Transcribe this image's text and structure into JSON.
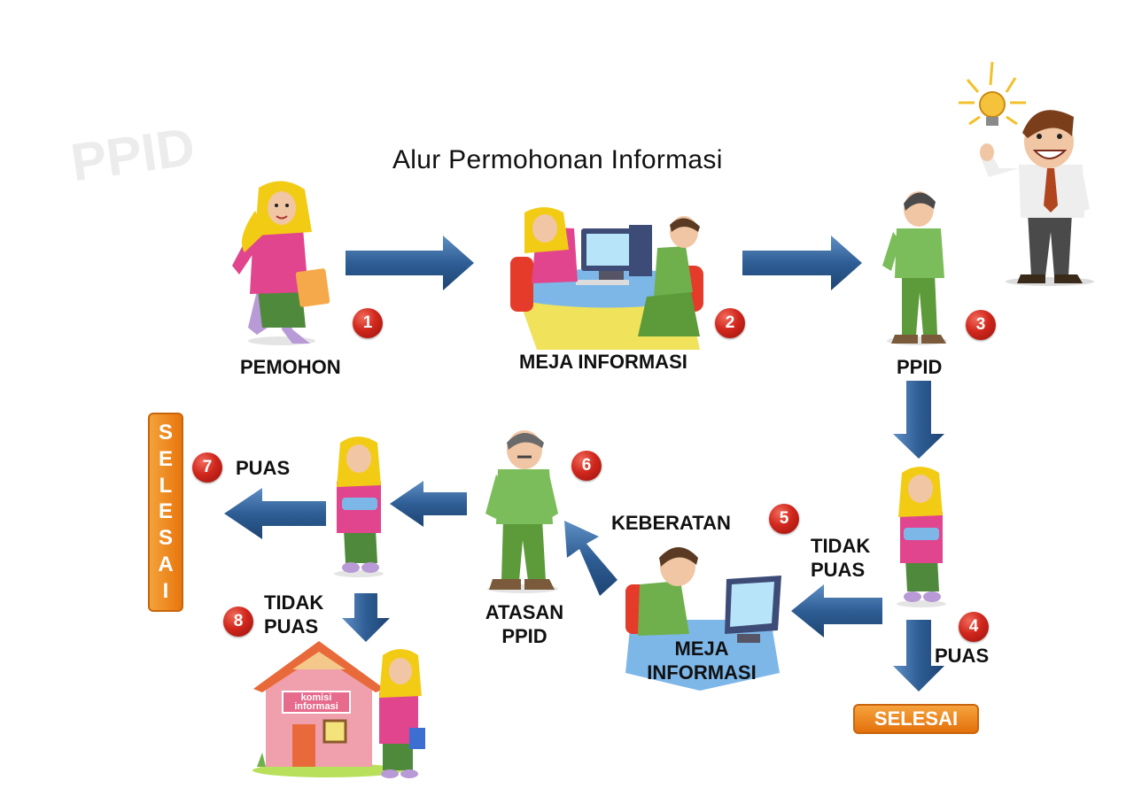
{
  "title": "Alur Permohonan Informasi",
  "watermark": "PPID",
  "steps": {
    "s1": {
      "number": "1",
      "label": "PEMOHON"
    },
    "s2": {
      "number": "2",
      "label": "MEJA INFORMASI"
    },
    "s3": {
      "number": "3",
      "label": "PPID"
    },
    "s4": {
      "number": "4",
      "label": "PUAS"
    },
    "s5": {
      "number": "5",
      "label": "KEBERATAN"
    },
    "s6": {
      "number": "6",
      "label": "ATASAN PPID"
    },
    "s7": {
      "number": "7",
      "label": "PUAS"
    },
    "s8": {
      "number": "8",
      "label": "TIDAK PUAS"
    }
  },
  "tidak_puas_label": "TIDAK PUAS",
  "meja_informasi_2": "MEJA INFORMASI",
  "selesai_vertical": [
    "S",
    "E",
    "L",
    "E",
    "S",
    "A",
    "I"
  ],
  "selesai_horizontal": "SELESAI",
  "komisi_sign": "komisi informasi",
  "colors": {
    "arrow": "#2f5f96",
    "badge": "#d1271d",
    "selesai": "#ee8a1f",
    "hijab_yellow": "#f2cc14",
    "shirt_pink": "#e0458e",
    "uniform_green": "#5c9a3a"
  },
  "icons": [
    "light-bulb-icon",
    "computer-icon",
    "house-icon"
  ]
}
